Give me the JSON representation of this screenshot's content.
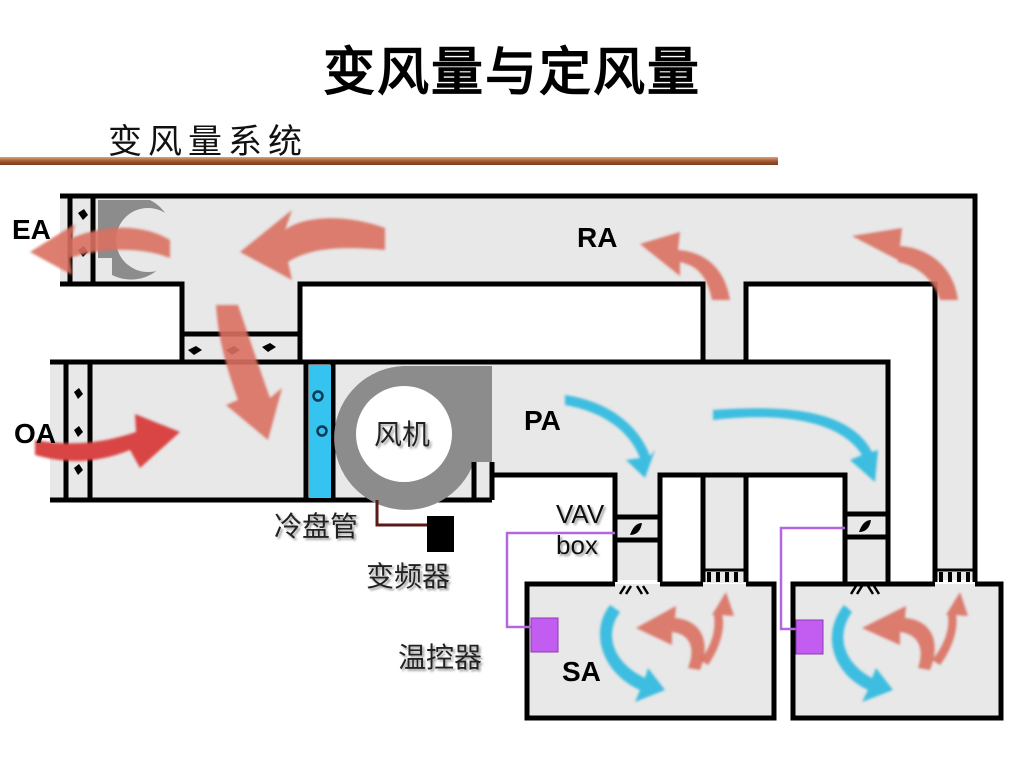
{
  "slide": {
    "title": "变风量与定风量",
    "subtitle": "变风量系统"
  },
  "diagram": {
    "labels": {
      "exhaust_air": "EA",
      "return_air": "RA",
      "outdoor_air": "OA",
      "primary_air": "PA",
      "supply_air": "SA",
      "fan": "风机",
      "cooling_coil": "冷盘管",
      "vfd": "变频器",
      "vav_box_line1": "VAV",
      "vav_box_line2": "box",
      "thermostat": "温控器"
    },
    "colors": {
      "duct_fill": "#e8e8e8",
      "duct_stroke": "#000000",
      "warm_air_arrow": "#d9705f",
      "outdoor_air_arrow": "#d94545",
      "cool_air_arrow": "#3dbde0",
      "coil": "#35c4ef",
      "fan_housing": "#8c8c8c",
      "thermostat": "#c35cf0",
      "control_wire": "#b266e0",
      "vfd": "#000000"
    },
    "zones": [
      {
        "name": "zone-1",
        "has_thermostat": true,
        "has_vav_box": true
      },
      {
        "name": "zone-2",
        "has_thermostat": true,
        "has_vav_box": true
      }
    ]
  }
}
